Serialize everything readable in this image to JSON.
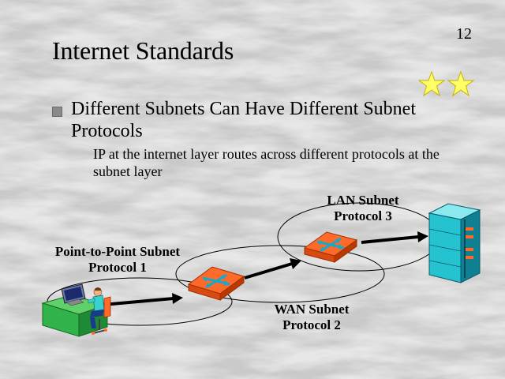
{
  "slide": {
    "number": "12",
    "title": "Internet Standards",
    "bullet": "Different Subnets Can Have Different Subnet Protocols",
    "subbullet": "IP at the internet layer routes across different protocols at the subnet layer"
  },
  "diagram": {
    "labels": {
      "p2p_line1": "Point-to-Point Subnet",
      "p2p_line2": "Protocol 1",
      "wan_line1": "WAN Subnet",
      "wan_line2": "Protocol 2",
      "lan_line1": "LAN Subnet",
      "lan_line2": "Protocol 3"
    },
    "colors": {
      "router": "#ff6a2a",
      "router_symbol": "#1aa8c8",
      "desk": "#2fb34a",
      "server": "#25c2cf",
      "server_dark": "#0f7f92",
      "arrow": "#000000"
    },
    "icons": [
      "star-icon",
      "router-icon",
      "computer-workstation-icon",
      "server-icon"
    ]
  }
}
